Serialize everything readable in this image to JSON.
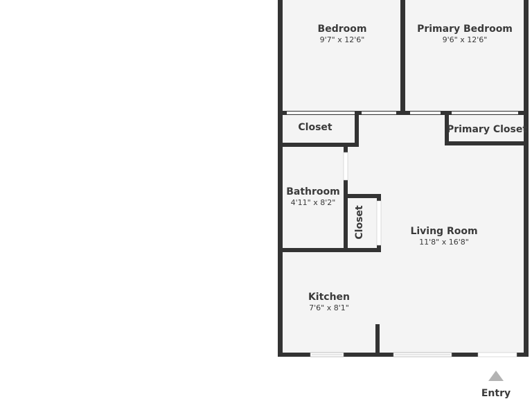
{
  "rooms": {
    "bedroom": {
      "name": "Bedroom",
      "dims": "9'7\" x 12'6\""
    },
    "primary_bedroom": {
      "name": "Primary Bedroom",
      "dims": "9'6\" x 12'6\""
    },
    "closet_left": {
      "name": "Closet"
    },
    "primary_closet": {
      "name": "Primary Closet"
    },
    "bathroom": {
      "name": "Bathroom",
      "dims": "4'11\" x 8'2\""
    },
    "closet_small": {
      "name": "Closet"
    },
    "living_room": {
      "name": "Living Room",
      "dims": "11'8\" x 16'8\""
    },
    "kitchen": {
      "name": "Kitchen",
      "dims": "7'6\" x 8'1\""
    }
  },
  "entry": {
    "label": "Entry"
  },
  "colors": {
    "wall": "#333333",
    "floor": "#f4f4f4",
    "window": "#ffffff",
    "entry_marker": "#b3b3b3",
    "text": "#3a3a3a"
  }
}
